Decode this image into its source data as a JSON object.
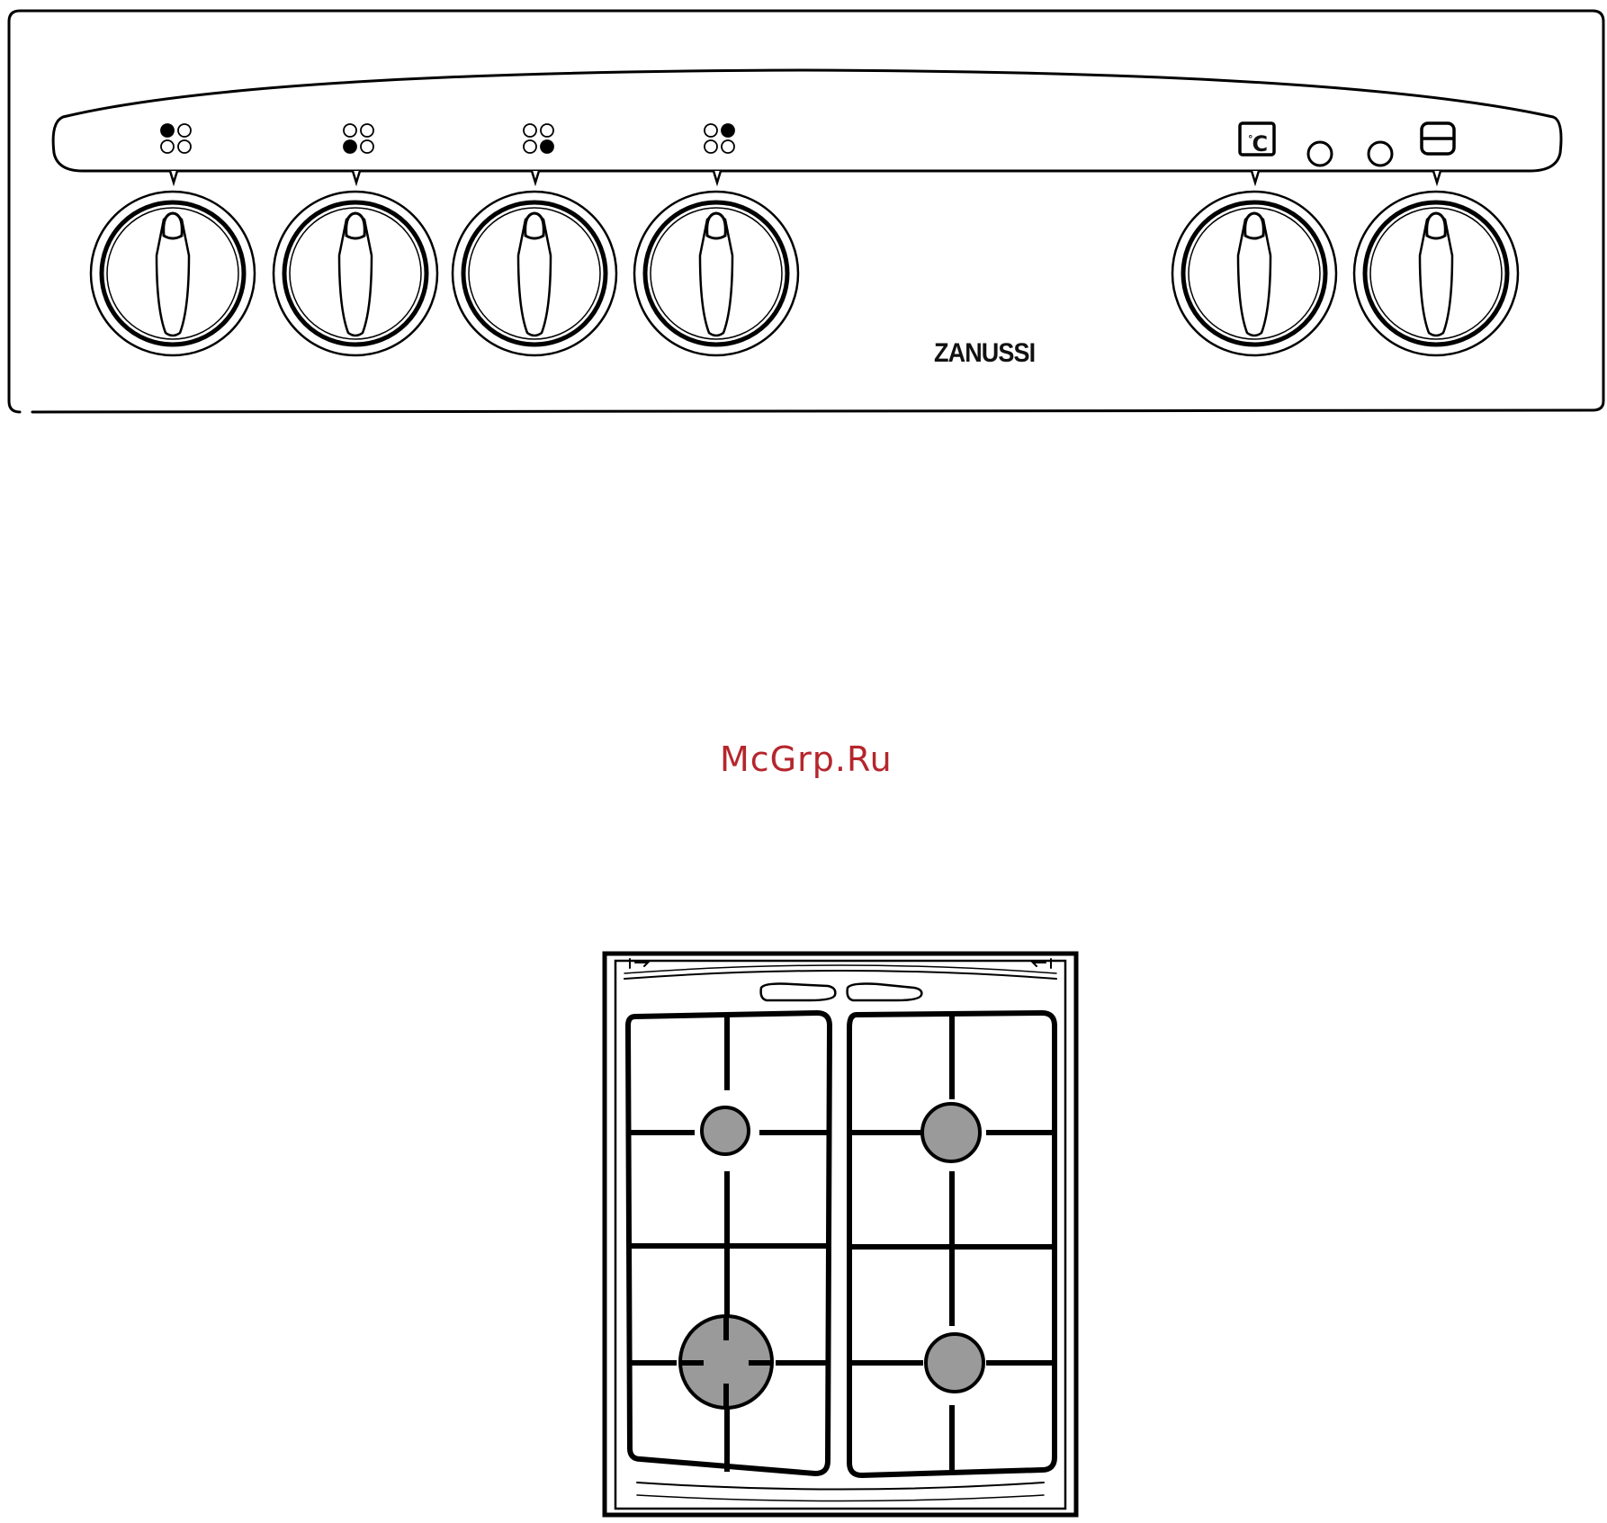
{
  "control_panel": {
    "brand": "ZANUSSI",
    "knobs": [
      {
        "name": "zone-front-left",
        "symbol": "hob-zone",
        "active_zone": "top-left"
      },
      {
        "name": "zone-back-left",
        "symbol": "hob-zone",
        "active_zone": "bottom-left"
      },
      {
        "name": "zone-back-right",
        "symbol": "hob-zone",
        "active_zone": "bottom-right"
      },
      {
        "name": "zone-front-right",
        "symbol": "hob-zone",
        "active_zone": "top-right"
      },
      {
        "name": "oven-temperature",
        "symbol": "thermostat-icon"
      },
      {
        "name": "oven-function",
        "symbol": "oven-icon"
      }
    ],
    "temperature_symbol": "C",
    "temperature_degree": "°",
    "indicator_lights": 2
  },
  "watermark": "McGrp.Ru",
  "hob": {
    "burners": [
      {
        "position": "rear-left",
        "size": "small"
      },
      {
        "position": "rear-right",
        "size": "medium"
      },
      {
        "position": "front-left",
        "size": "large"
      },
      {
        "position": "front-right",
        "size": "medium"
      }
    ],
    "burner_color": "#9a9a9a",
    "line_color": "#000000"
  }
}
